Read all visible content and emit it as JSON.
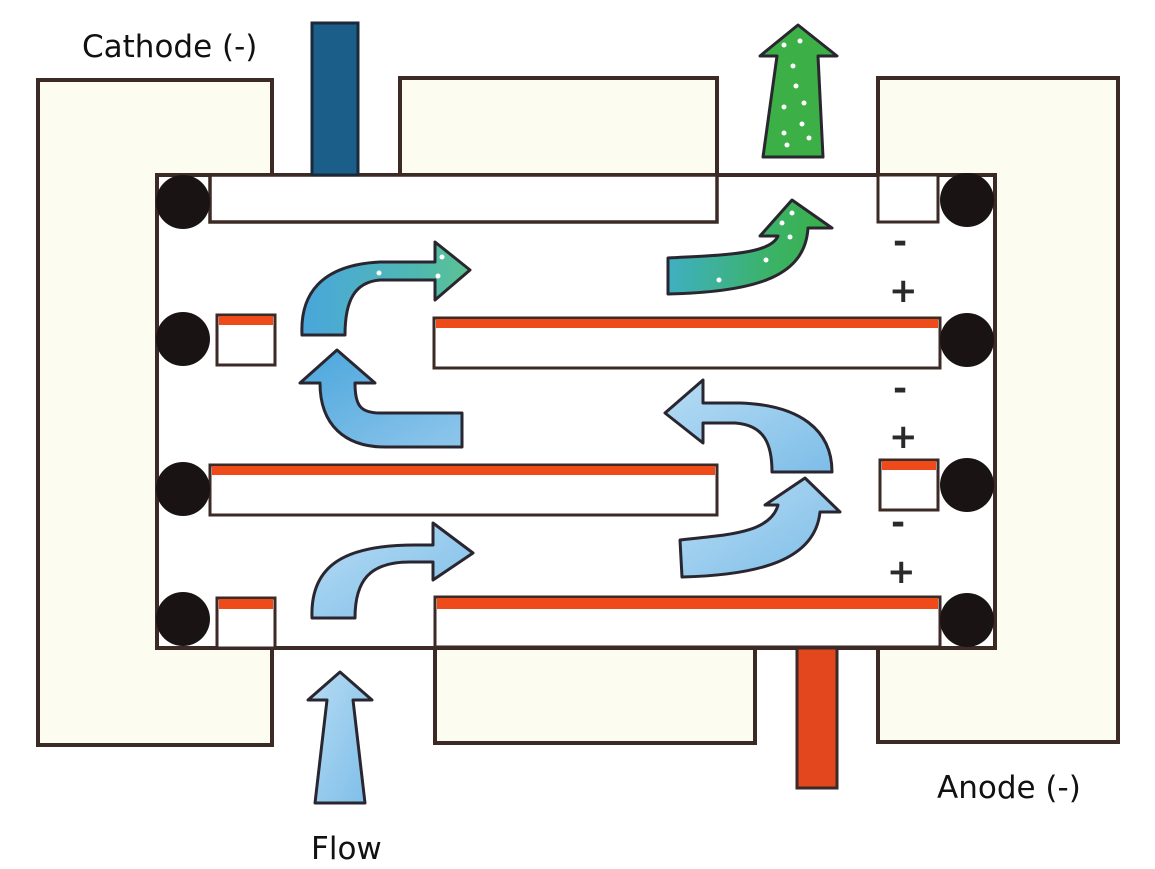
{
  "diagram": {
    "subject": "Electrodialysis cell flow schematic",
    "labels": {
      "cathode": "Cathode (-)",
      "anode": "Anode (-)",
      "flow": "Flow"
    },
    "signs": [
      "-",
      "+",
      "-",
      "+",
      "-",
      "+"
    ],
    "electrodes": [
      {
        "name": "cathode",
        "color": "#1b5e8a"
      },
      {
        "name": "anode",
        "color": "#e2471d"
      }
    ],
    "colors": {
      "membrane_stripe": "#ee4a1a",
      "frame_fill": "#fdfcf1",
      "seal": "#1a1314",
      "flow_arrow": "#8fc6ec",
      "product_arrow": "#3ab14a"
    },
    "flow_path": [
      "Flow enters from bottom",
      "Curves right along lower channel",
      "Turns up at right end",
      "Curves left along middle channel",
      "Turns up at left end",
      "Curves right along upper channel",
      "Exits at top as product stream"
    ]
  }
}
